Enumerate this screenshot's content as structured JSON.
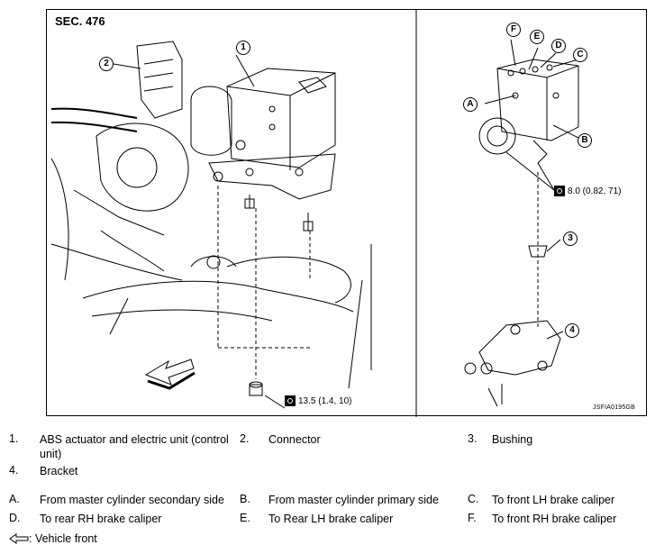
{
  "figure": {
    "section": "SEC. 476",
    "figure_id": "JSFIA0195GB",
    "torque_upper": "8.0 (0.82, 71)",
    "torque_lower": "13.5 (1.4, 10)",
    "callouts": {
      "n1": "1",
      "n2": "2",
      "n3": "3",
      "n4": "4",
      "a": "A",
      "b": "B",
      "c": "C",
      "d": "D",
      "e": "E",
      "f": "F"
    }
  },
  "legend": {
    "items": [
      {
        "num": "1.",
        "text": "ABS actuator and electric unit (control unit)"
      },
      {
        "num": "2.",
        "text": "Connector"
      },
      {
        "num": "3.",
        "text": "Bushing"
      },
      {
        "num": "4.",
        "text": "Bracket"
      },
      {
        "num": "A.",
        "text": "From master cylinder secondary side"
      },
      {
        "num": "B.",
        "text": "From master cylinder primary side"
      },
      {
        "num": "C.",
        "text": "To front LH brake caliper"
      },
      {
        "num": "D.",
        "text": "To rear RH brake caliper"
      },
      {
        "num": "E.",
        "text": "To Rear LH brake caliper"
      },
      {
        "num": "F.",
        "text": "To front RH brake caliper"
      }
    ],
    "vehicle_front": ": Vehicle front"
  }
}
